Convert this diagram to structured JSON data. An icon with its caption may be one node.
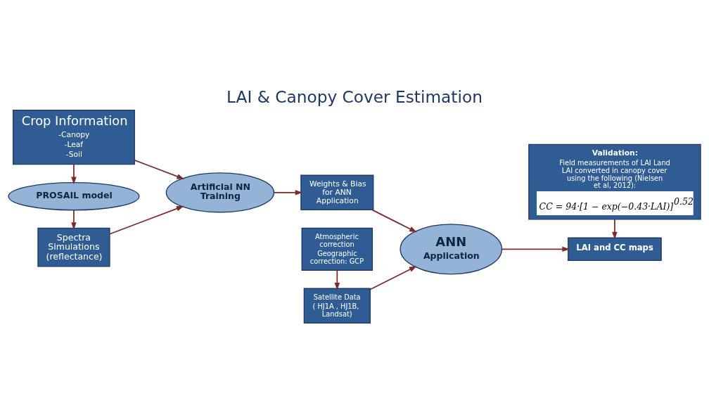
{
  "diagram": {
    "title": "LAI & Canopy Cover Estimation",
    "nodes": [
      {
        "text": [
          "Crop Information",
          "-Canopy",
          "-Leaf",
          "-Soil"
        ]
      },
      {
        "text": [
          "PROSAIL model"
        ]
      },
      {
        "text": [
          "Spectra Simulations (reflectance)"
        ]
      },
      {
        "text": [
          "Artificial NN Training"
        ]
      },
      {
        "text": [
          "Weights & Bias for ANN Application"
        ]
      },
      {
        "text": [
          "ANN",
          "Application"
        ]
      },
      {
        "text": [
          "Satellite Data",
          "( HJ1A , HJ1B,  Landsat)"
        ]
      },
      {
        "text": [
          "Atmospheric correction",
          "Geographic correction: GCP"
        ]
      },
      {
        "text": [
          "LAI and CC maps"
        ]
      },
      {
        "text": [
          "Validation:",
          "Field measurements of LAI Land LAI converted in canopy cover using the following (Nielsen et al, 2012):",
          "CC = 94·[1 − exp(−0.43·LAI)]$^{0.52}$"
        ]
      }
    ],
    "edges": [
      {
        "from": 0,
        "to": 1,
        "arrow": "to"
      },
      {
        "from": 1,
        "to": 2,
        "arrow": "to"
      },
      {
        "from": 0,
        "to": 3,
        "arrow": "to"
      },
      {
        "from": 2,
        "to": 3,
        "arrow": "to"
      },
      {
        "from": 3,
        "to": 4,
        "arrow": "to"
      },
      {
        "from": 4,
        "to": 5,
        "arrow": "to"
      },
      {
        "from": 6,
        "to": 5,
        "arrow": "to"
      },
      {
        "from": 7,
        "to": 6,
        "arrow": "to"
      },
      {
        "from": 5,
        "to": 8,
        "arrow": "to"
      },
      {
        "from": 9,
        "to": 8,
        "arrow": "to"
      }
    ]
  }
}
